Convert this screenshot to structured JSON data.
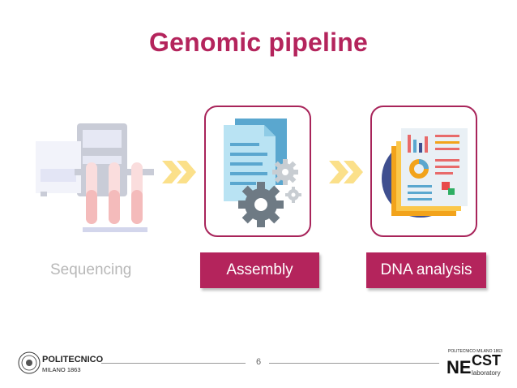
{
  "slide": {
    "title": "Genomic pipeline",
    "page_number": "6"
  },
  "steps": [
    {
      "label": "Sequencing",
      "icon": "sequencer-machine-icon",
      "state": "inactive"
    },
    {
      "label": "Assembly",
      "icon": "documents-gears-icon",
      "state": "active"
    },
    {
      "label": "DNA analysis",
      "icon": "report-charts-icon",
      "state": "active"
    }
  ],
  "footer": {
    "university_name": "POLITECNICO",
    "university_sub": "MILANO 1863",
    "lab_top": "POLITECNICO MILANO 1863",
    "lab_ne": "NE",
    "lab_cst": "CST",
    "lab_sub": "laboratory"
  },
  "colors": {
    "accent": "#b4245c",
    "arrow": "#fbe08a",
    "muted_text": "#b8b8b8"
  }
}
